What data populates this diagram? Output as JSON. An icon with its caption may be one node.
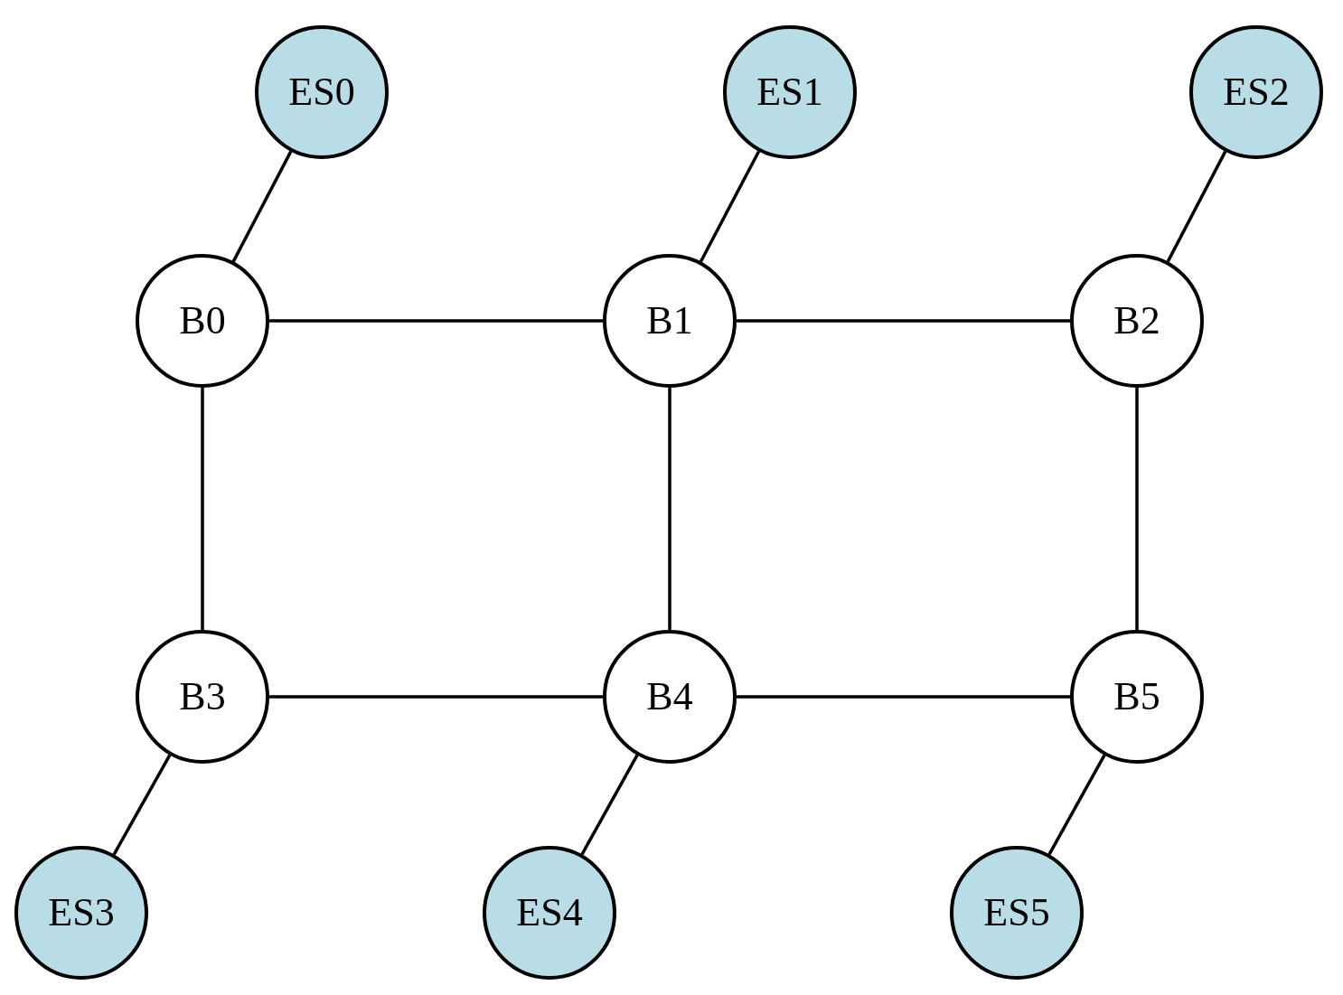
{
  "diagram": {
    "nodes": [
      {
        "text": [
          "ES0"
        ]
      },
      {
        "text": [
          "ES1"
        ]
      },
      {
        "text": [
          "ES2"
        ]
      },
      {
        "text": [
          "B0"
        ]
      },
      {
        "text": [
          "B1"
        ]
      },
      {
        "text": [
          "B2"
        ]
      },
      {
        "text": [
          "B3"
        ]
      },
      {
        "text": [
          "B4"
        ]
      },
      {
        "text": [
          "B5"
        ]
      },
      {
        "text": [
          "ES3"
        ]
      },
      {
        "text": [
          "ES4"
        ]
      },
      {
        "text": [
          "ES5"
        ]
      }
    ],
    "edges": [
      {
        "from": 0,
        "to": 3,
        "arrow": "none"
      },
      {
        "from": 1,
        "to": 4,
        "arrow": "none"
      },
      {
        "from": 2,
        "to": 5,
        "arrow": "none"
      },
      {
        "from": 3,
        "to": 4,
        "arrow": "none"
      },
      {
        "from": 4,
        "to": 5,
        "arrow": "none"
      },
      {
        "from": 3,
        "to": 6,
        "arrow": "none"
      },
      {
        "from": 4,
        "to": 7,
        "arrow": "none"
      },
      {
        "from": 5,
        "to": 8,
        "arrow": "none"
      },
      {
        "from": 6,
        "to": 7,
        "arrow": "none"
      },
      {
        "from": 7,
        "to": 8,
        "arrow": "none"
      },
      {
        "from": 6,
        "to": 9,
        "arrow": "none"
      },
      {
        "from": 7,
        "to": 10,
        "arrow": "none"
      },
      {
        "from": 8,
        "to": 11,
        "arrow": "none"
      }
    ]
  }
}
